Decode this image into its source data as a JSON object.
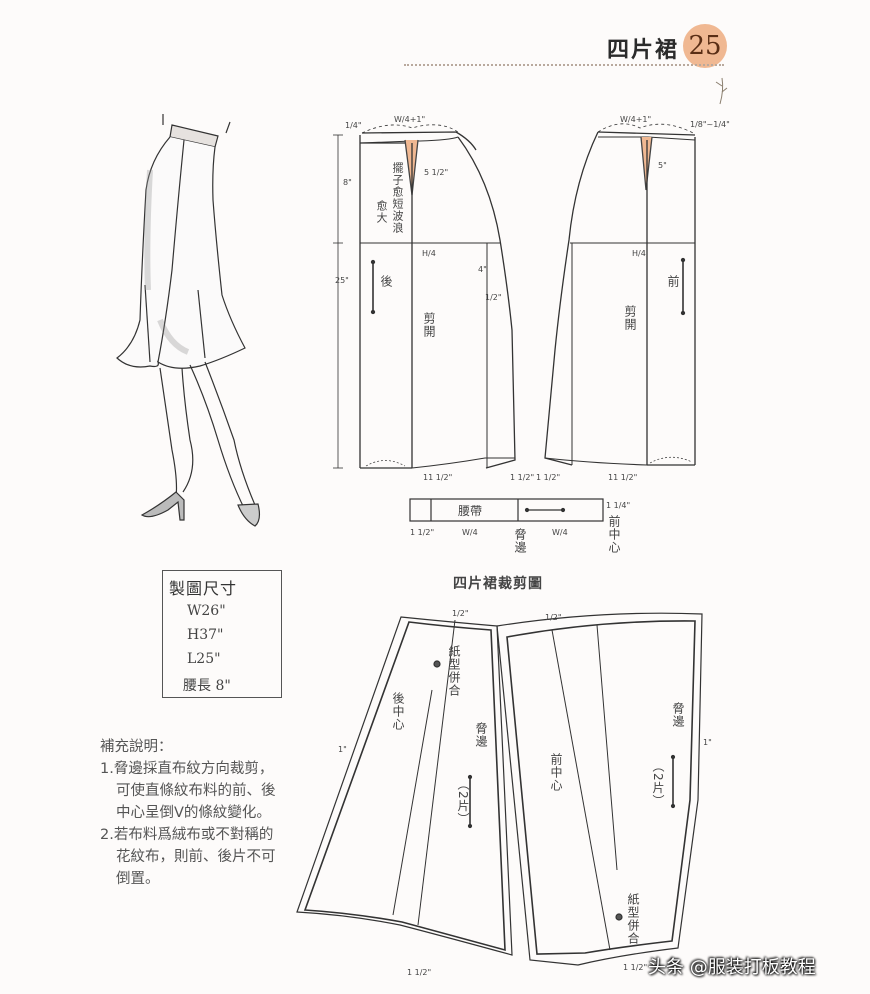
{
  "header": {
    "title": "四片裙",
    "page_number": "25",
    "accent_color": "#f0b892"
  },
  "draft": {
    "back_panel": {
      "label_back": "後",
      "label_cut_open": "剪開",
      "note_vertical": [
        "擺子愈短波浪",
        "愈大"
      ],
      "dims": {
        "waist_top": "W/4+1\"",
        "top_rise": "1/4\"",
        "dart": "5 1/2\"",
        "hip_depth": "8\"",
        "length": "25\"",
        "hip": "H/4",
        "side_flare": "4\"",
        "side_half": "1/2\"",
        "hem": "11 1/2\"",
        "hem_side": "1 1/2\""
      }
    },
    "front_panel": {
      "label_front": "前",
      "label_cut_open": "剪開",
      "dims": {
        "waist_top": "W/4+1\"",
        "top_rise": "1/8\"~1/4\"",
        "dart": "5\"",
        "hip": "H/4",
        "hem": "11 1/2\"",
        "hem_side": "1 1/2\""
      }
    },
    "waistband": {
      "label": "腰帶",
      "side_label": "脅邊",
      "center_front": "前中心",
      "dims": {
        "overlap": "1 1/2\"",
        "quarter_left": "W/4",
        "quarter_right": "W/4",
        "width": "1 1/4\""
      }
    }
  },
  "measurements": {
    "title": "製圖尺寸",
    "rows": [
      "W26\"",
      "H37\"",
      "L25\"",
      "腰長 8\""
    ]
  },
  "notes": {
    "title": "補充說明：",
    "items": [
      {
        "lines": [
          "1.脅邊採直布紋方向裁剪，",
          "可使直條紋布料的前、後",
          "中心呈倒V的條紋變化。"
        ]
      },
      {
        "lines": [
          "2.若布料爲絨布或不對稱的",
          "花紋布，則前、後片不可",
          "倒置。"
        ]
      }
    ]
  },
  "cutting_layout": {
    "title": "四片裙裁剪圖",
    "back_piece": {
      "label_center": "後中心",
      "label_side": "脅邊",
      "label_join": "紙型併合",
      "label_qty": "（2片）",
      "seam_allowance": "1/2\"",
      "side_allowance": "1\"",
      "hem_allowance": "1 1/2\""
    },
    "front_piece": {
      "label_center": "前中心",
      "label_side": "脅邊",
      "label_join": "紙型併合",
      "label_qty": "（2片）",
      "seam_allowance": "1/2\"",
      "side_allowance": "1\"",
      "hem_allowance": "1 1/2\""
    }
  },
  "watermark": "头条 @服装打板教程"
}
